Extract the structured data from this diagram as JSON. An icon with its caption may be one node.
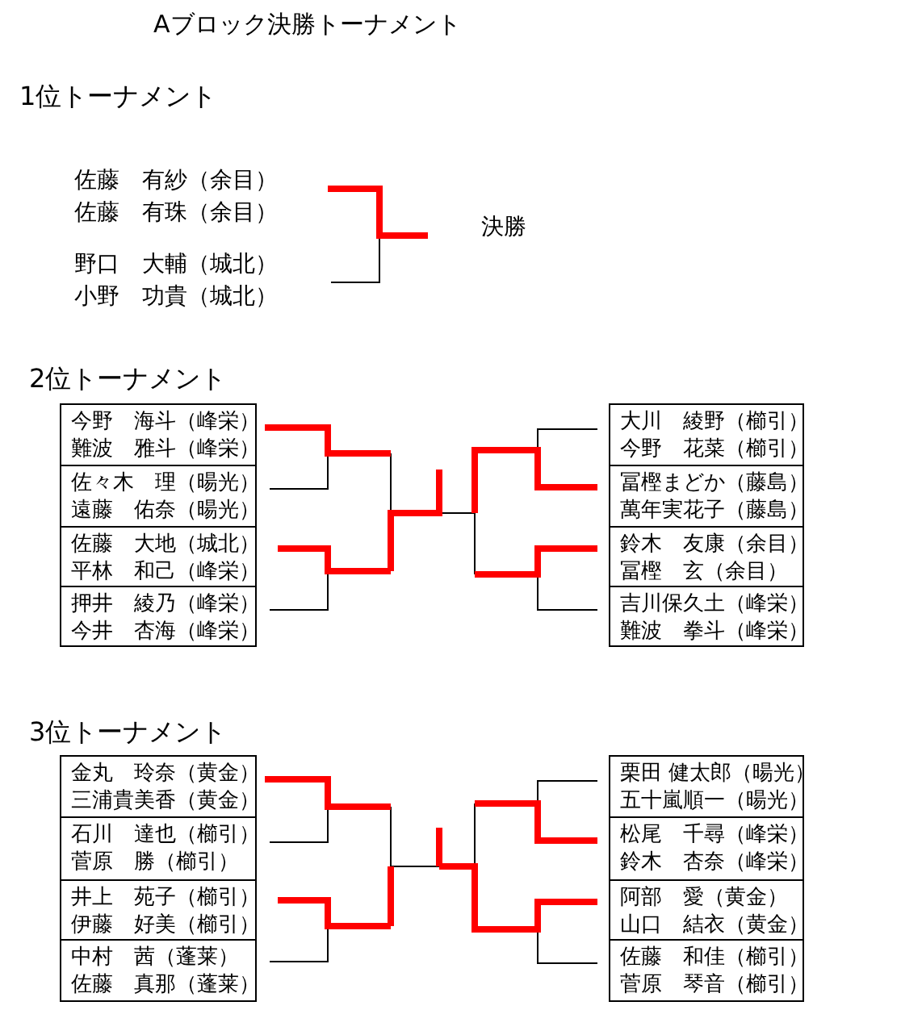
{
  "diagram": {
    "title": "Aブロック決勝トーナメント",
    "nodes": [
      {
        "text": [
          "佐藤　有紗（余目）",
          "佐藤　有珠（余目）"
        ]
      },
      {
        "text": [
          "野口　大輔（城北）",
          "小野　功貴（城北）"
        ]
      },
      {
        "text": [
          "今野　海斗（峰栄）",
          "難波　雅斗（峰栄）"
        ]
      },
      {
        "text": [
          "佐々木　理（暘光）",
          "遠藤　佑奈（暘光）"
        ]
      },
      {
        "text": [
          "佐藤　大地（城北）",
          "平林　和己（峰栄）"
        ]
      },
      {
        "text": [
          "押井　綾乃（峰栄）",
          "今井　杏海（峰栄）"
        ]
      },
      {
        "text": [
          "大川　綾野（櫛引）",
          "今野　花菜（櫛引）"
        ]
      },
      {
        "text": [
          "冨樫まどか（藤島）",
          "萬年実花子（藤島）"
        ]
      },
      {
        "text": [
          "鈴木　友康（余目）",
          "冨樫　玄（余目）"
        ]
      },
      {
        "text": [
          "吉川保久土（峰栄）",
          "難波　拳斗（峰栄）"
        ]
      },
      {
        "text": [
          "金丸　玲奈（黄金）",
          "三浦貴美香（黄金）"
        ]
      },
      {
        "text": [
          "石川　達也（櫛引）",
          "菅原　勝（櫛引）"
        ]
      },
      {
        "text": [
          "井上　苑子（櫛引）",
          "伊藤　好美（櫛引）"
        ]
      },
      {
        "text": [
          "中村　茜（蓬莱）",
          "佐藤　真那（蓬莱）"
        ]
      },
      {
        "text": [
          "栗田 健太郎（暘光）",
          "五十嵐順一（暘光）"
        ]
      },
      {
        "text": [
          "松尾　千尋（峰栄）",
          "鈴木　杏奈（峰栄）"
        ]
      },
      {
        "text": [
          "阿部　愛（黄金）",
          "山口　結衣（黄金）"
        ]
      },
      {
        "text": [
          "佐藤　和佳（櫛引）",
          "菅原　琴音（櫛引）"
        ]
      }
    ],
    "labels": [
      "1位トーナメント",
      "決勝",
      "2位トーナメント",
      "3位トーナメント"
    ]
  }
}
